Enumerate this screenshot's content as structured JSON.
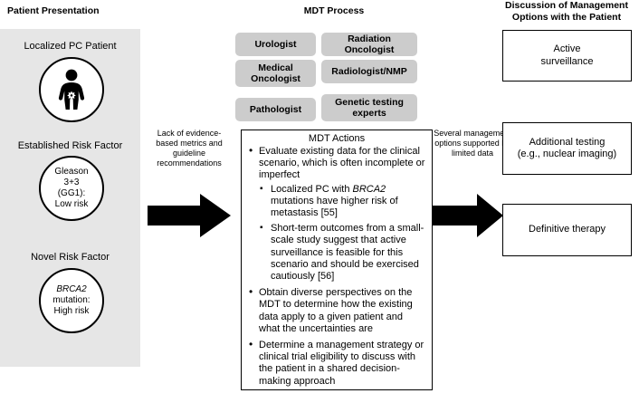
{
  "columns": {
    "left_title": "Patient Presentation",
    "mdt_title": "MDT Process",
    "right_title": "Discussion of Management Options with the Patient"
  },
  "patient_presentation": {
    "items": [
      {
        "label": "Localized PC Patient",
        "icon": "patient-figure-icon",
        "circle_text": ""
      },
      {
        "label": "Established Risk Factor",
        "circle_lines": [
          "Gleason",
          "3+3",
          "(GG1):",
          "Low risk"
        ]
      },
      {
        "label": "Novel Risk Factor",
        "circle_italic": "BRCA2",
        "circle_lines": [
          "mutation:",
          "High risk"
        ]
      }
    ]
  },
  "connectors": [
    {
      "name": "lack-of-evidence",
      "label": "Lack of evidence-based metrics and guideline recommendations",
      "arrow": "right-arrow-icon"
    },
    {
      "name": "several-options",
      "label": "Several management options supported by limited data",
      "arrow": "right-arrow-icon"
    }
  ],
  "mdt_process": {
    "specialists": [
      "Urologist",
      "Radiation Oncologist",
      "Medical Oncologist",
      "Radiologist/NMP",
      "Pathologist",
      "Genetic testing experts"
    ],
    "actions_heading": "MDT Actions",
    "actions": [
      {
        "text": "Evaluate existing data for the clinical scenario, which is often incomplete or imperfect",
        "subitems": [
          {
            "pre": "Localized PC with ",
            "italic": "BRCA2",
            "post": " mutations have higher risk of metastasis [55]"
          },
          {
            "pre": "Short-term outcomes from a small-scale study suggest that active surveillance is feasible for this scenario and should be exercised cautiously [56]",
            "italic": "",
            "post": ""
          }
        ]
      },
      {
        "text": "Obtain diverse perspectives on the MDT to determine how the existing data apply to a given patient and what the uncertainties are",
        "subitems": []
      },
      {
        "text": "Determine a management strategy or clinical trial eligibility to discuss with the patient in a shared decision-making approach",
        "subitems": []
      }
    ]
  },
  "management_options": [
    {
      "lines": [
        "Active",
        "surveillance"
      ]
    },
    {
      "lines": [
        "Additional testing",
        "(e.g., nuclear imaging)"
      ]
    },
    {
      "lines": [
        "Definitive therapy"
      ]
    }
  ],
  "colors": {
    "panel_gray": "#e6e6e6",
    "specialist_gray": "#cccccc",
    "stroke": "#000000",
    "background": "#ffffff"
  }
}
